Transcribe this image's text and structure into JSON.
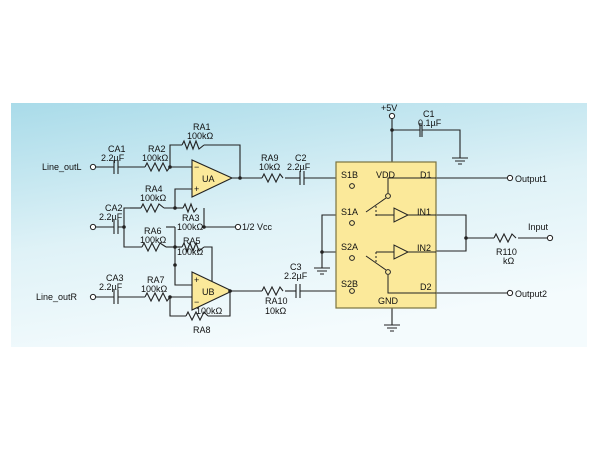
{
  "colors": {
    "background_gradient": [
      "#a9dbe9",
      "#dff2f7",
      "#f4fbfd"
    ],
    "chip_fill": "#fbe99a",
    "chip_stroke": "#7a7340",
    "opamp_fill": "#fbe99a",
    "wire": "#222222"
  },
  "supply": {
    "vplus": "+5V",
    "gnd": "GND",
    "vdd": "VDD"
  },
  "inputs": {
    "left": "Line_outL",
    "right": "Line_outR",
    "input": "Input"
  },
  "outputs": {
    "out1": "Output1",
    "out2": "Output2"
  },
  "reference": "1/2 Vcc",
  "opamps": {
    "ua": "UA",
    "ub": "UB",
    "minus": "−",
    "plus": "+"
  },
  "components": {
    "ca1": {
      "name": "CA1",
      "value": "2.2µF"
    },
    "ca2": {
      "name": "CA2",
      "value": "2.2µF"
    },
    "ca3": {
      "name": "CA3",
      "value": "2.2µF"
    },
    "c1": {
      "name": "C1",
      "value": "0.1µF"
    },
    "c2": {
      "name": "C2",
      "value": "2.2µF"
    },
    "c3": {
      "name": "C3",
      "value": "2.2µF"
    },
    "ra1": {
      "name": "RA1",
      "value": "100kΩ"
    },
    "ra2": {
      "name": "RA2",
      "value": "100kΩ"
    },
    "ra3": {
      "name": "RA3",
      "value": "100kΩ"
    },
    "ra4": {
      "name": "RA4",
      "value": "100kΩ"
    },
    "ra5": {
      "name": "RA5",
      "value": "100kΩ"
    },
    "ra6": {
      "name": "RA6",
      "value": "100kΩ"
    },
    "ra7": {
      "name": "RA7",
      "value": "100kΩ"
    },
    "ra8": {
      "name": "RA8",
      "value": "100kΩ"
    },
    "ra9": {
      "name": "RA9",
      "value": "10kΩ"
    },
    "ra10": {
      "name": "RA10",
      "value": "10kΩ"
    },
    "r110": {
      "name": "R110",
      "value": "kΩ"
    }
  },
  "chip_pins": {
    "s1b": "S1B",
    "s1a": "S1A",
    "s2a": "S2A",
    "s2b": "S2B",
    "d1": "D1",
    "d2": "D2",
    "in1": "IN1",
    "in2": "IN2"
  }
}
